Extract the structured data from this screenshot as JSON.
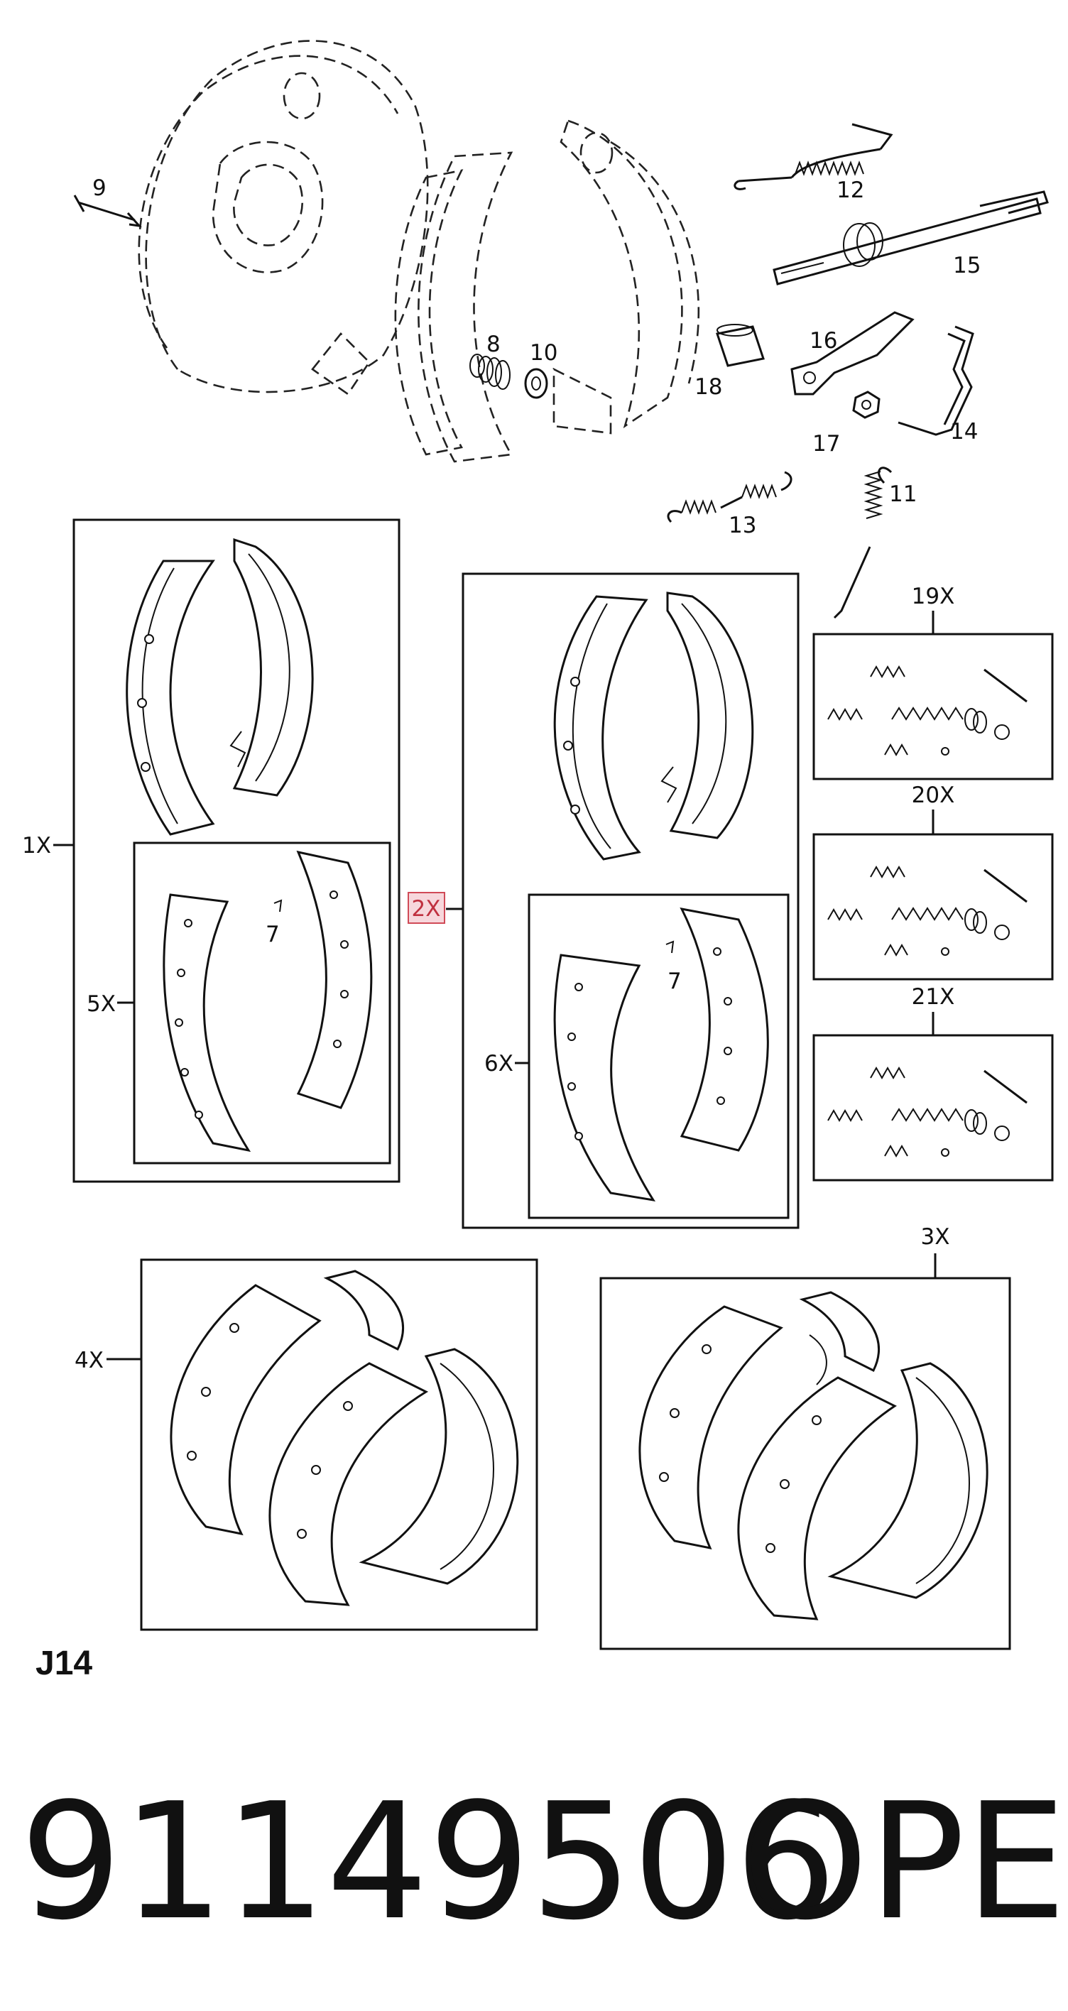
{
  "labels": {
    "l9": "9",
    "l12": "12",
    "l15": "15",
    "l8": "8",
    "l10": "10",
    "l16": "16",
    "l18": "18",
    "l17": "17",
    "l14": "14",
    "l13": "13",
    "l11": "11",
    "l19x": "19X",
    "l20x": "20X",
    "l21x": "21X",
    "l1x": "1X",
    "l5x": "5X",
    "l7a": "7",
    "l2x": "2X",
    "l6x": "6X",
    "l7b": "7",
    "l4x": "4X",
    "l3x": "3X"
  },
  "section": "J14",
  "part_number": "91149506",
  "brand": "OPEL",
  "highlight": {
    "label": "2X",
    "color": "#f7d7dc",
    "border": "#d04a57"
  }
}
